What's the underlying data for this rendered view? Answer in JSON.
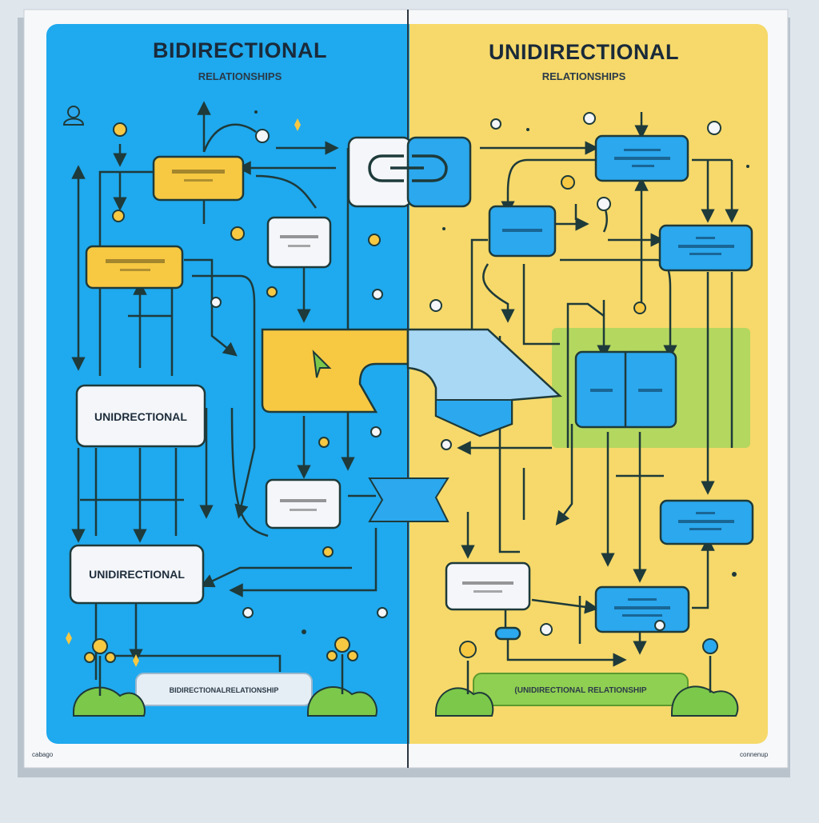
{
  "left_panel": {
    "title": "BIDIRECTIONAL",
    "subtitle": "RELATIONSHIPS",
    "boxes": [
      {
        "id": "uni-box-1",
        "label": "UNIDRECTIONAL"
      },
      {
        "id": "uni-box-2",
        "label": "UNIDIRECTIONAL"
      }
    ],
    "bottom_banner": "BIDIRECTIONALRELATIONSHIP",
    "corner_label": "cabago"
  },
  "right_panel": {
    "title": "UNIDIRECTIONAL",
    "subtitle": "RELATIONSHIPS",
    "bottom_banner": "(UNIDIRECTIONAL RELATIONSHIP",
    "corner_label": "connenup"
  },
  "colors": {
    "left_bg": "#1fa9ee",
    "right_bg": "#f6d96a",
    "yellow_box": "#f7c842",
    "blue_box": "#2ba8ee",
    "white_box": "#f4f6f9",
    "green": "#7cc84a",
    "line": "#1e3a3a"
  },
  "icons": [
    "link-icon",
    "flower-icon",
    "sparkle-icon",
    "gear-icon"
  ]
}
